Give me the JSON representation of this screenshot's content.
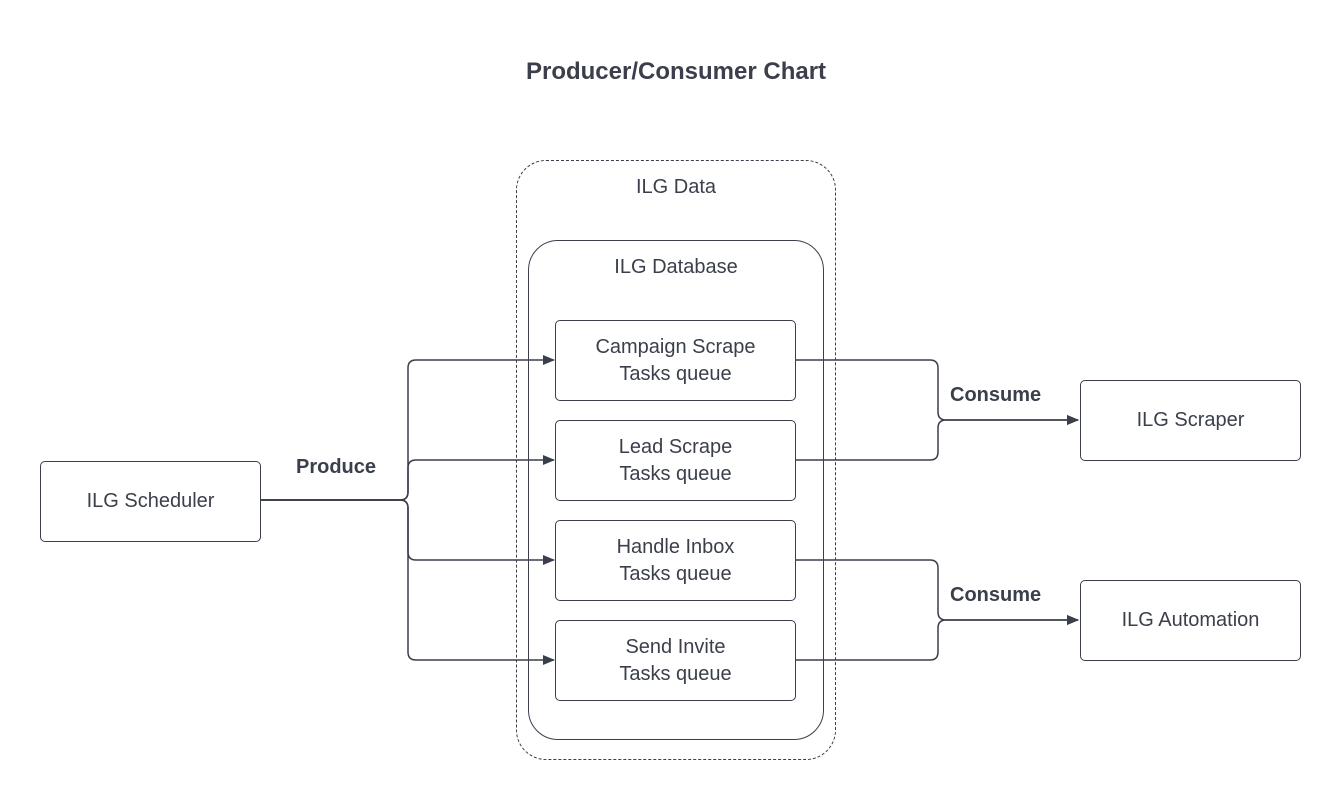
{
  "title": "Producer/Consumer Chart",
  "groups": {
    "data_label": "ILG Data",
    "database_label": "ILG Database"
  },
  "nodes": {
    "scheduler": "ILG Scheduler",
    "scraper": "ILG Scraper",
    "automation": "ILG Automation",
    "queues": [
      "Campaign Scrape\nTasks queue",
      "Lead Scrape\nTasks queue",
      "Handle Inbox\nTasks queue",
      "Send Invite\nTasks queue"
    ]
  },
  "edges": {
    "produce_label": "Produce",
    "consume_labels": [
      "Consume",
      "Consume"
    ]
  },
  "colors": {
    "stroke": "#3a3f4b",
    "background": "#ffffff"
  }
}
